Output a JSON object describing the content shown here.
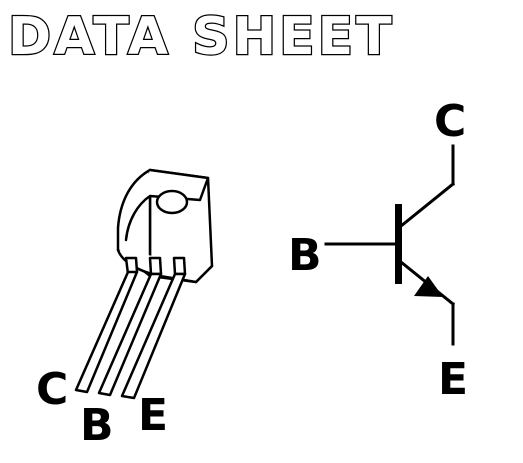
{
  "title": "DATA SHEET",
  "package": {
    "pins": [
      "C",
      "B",
      "E"
    ]
  },
  "symbol": {
    "collector": "C",
    "base": "B",
    "emitter": "E"
  },
  "colors": {
    "ink": "#000000",
    "background": "#ffffff"
  }
}
